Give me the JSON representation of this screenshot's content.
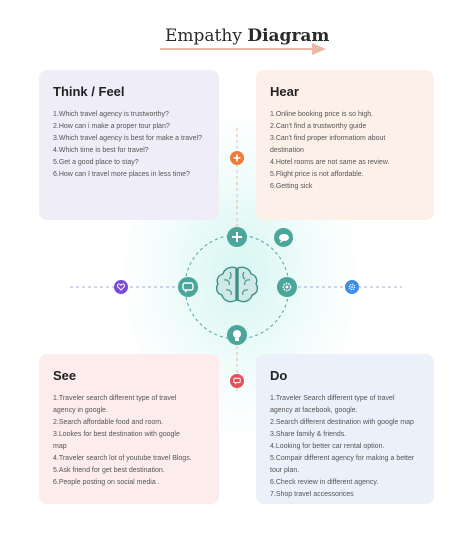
{
  "title": {
    "light": "Empathy ",
    "bold": "Diagram"
  },
  "cards": {
    "think_feel": {
      "heading": "Think / Feel",
      "items": [
        "1.Which travel agency is trustworthy?",
        "2.How can i make a proper tour plan?",
        "3.Which travel agency is best for make a travel?",
        "4.Which time is best for travel?",
        "5.Get a good place to stay?",
        "6.How can I travel more places in less time?"
      ]
    },
    "hear": {
      "heading": "Hear",
      "items": [
        "1.Online booking  price is so high.",
        "2.Can't find a trustworthy guide",
        "3.Can't find proper informatiom about",
        "destination",
        "4.Hotel rooms are not same as review.",
        "5.Flight price is not affordable.",
        "6.Getting sick"
      ]
    },
    "see": {
      "heading": "See",
      "items": [
        "1.Traveler  search different type of travel",
        "agency in google.",
        "2.Search affordable food and room.",
        "3.Lookes for best destination with google",
        "map",
        "4.Traveler search lot of youtube travel Blogs.",
        "5.Ask friend for get best destination.",
        "6.People posting on social media ."
      ]
    },
    "do": {
      "heading": "Do",
      "items": [
        "1.Traveler Search  different type of  travel",
        "agency at facebook, google.",
        "2.Search different destination with google map",
        "3.Share family & friends.",
        "4.Looking for better car rental option.",
        "5.Compair different agency for making a better",
        "tour plan.",
        "6.Check review in different agency.",
        "7.Shop travel accessorices"
      ]
    }
  },
  "colors": {
    "think_bg": "#efedf8",
    "hear_bg": "#fdf0e9",
    "see_bg": "#fcecec",
    "do_bg": "#eaf1fb",
    "teal": "#4aa59b",
    "orange": "#f07a3c",
    "purple": "#7a4bd6",
    "blue": "#3b8eea",
    "red": "#e0505a",
    "arrow": "#e8b8a4"
  },
  "icons": {
    "center": "brain-icon",
    "top": "plus-icon",
    "top_right": "speech-bubble-icon",
    "left": "chat-bubble-icon",
    "right": "gear-icon",
    "bottom": "lightbulb-icon",
    "far_top": "plus-icon",
    "far_left": "heart-icon",
    "far_right": "gear-icon",
    "far_bottom": "chat-icon"
  }
}
